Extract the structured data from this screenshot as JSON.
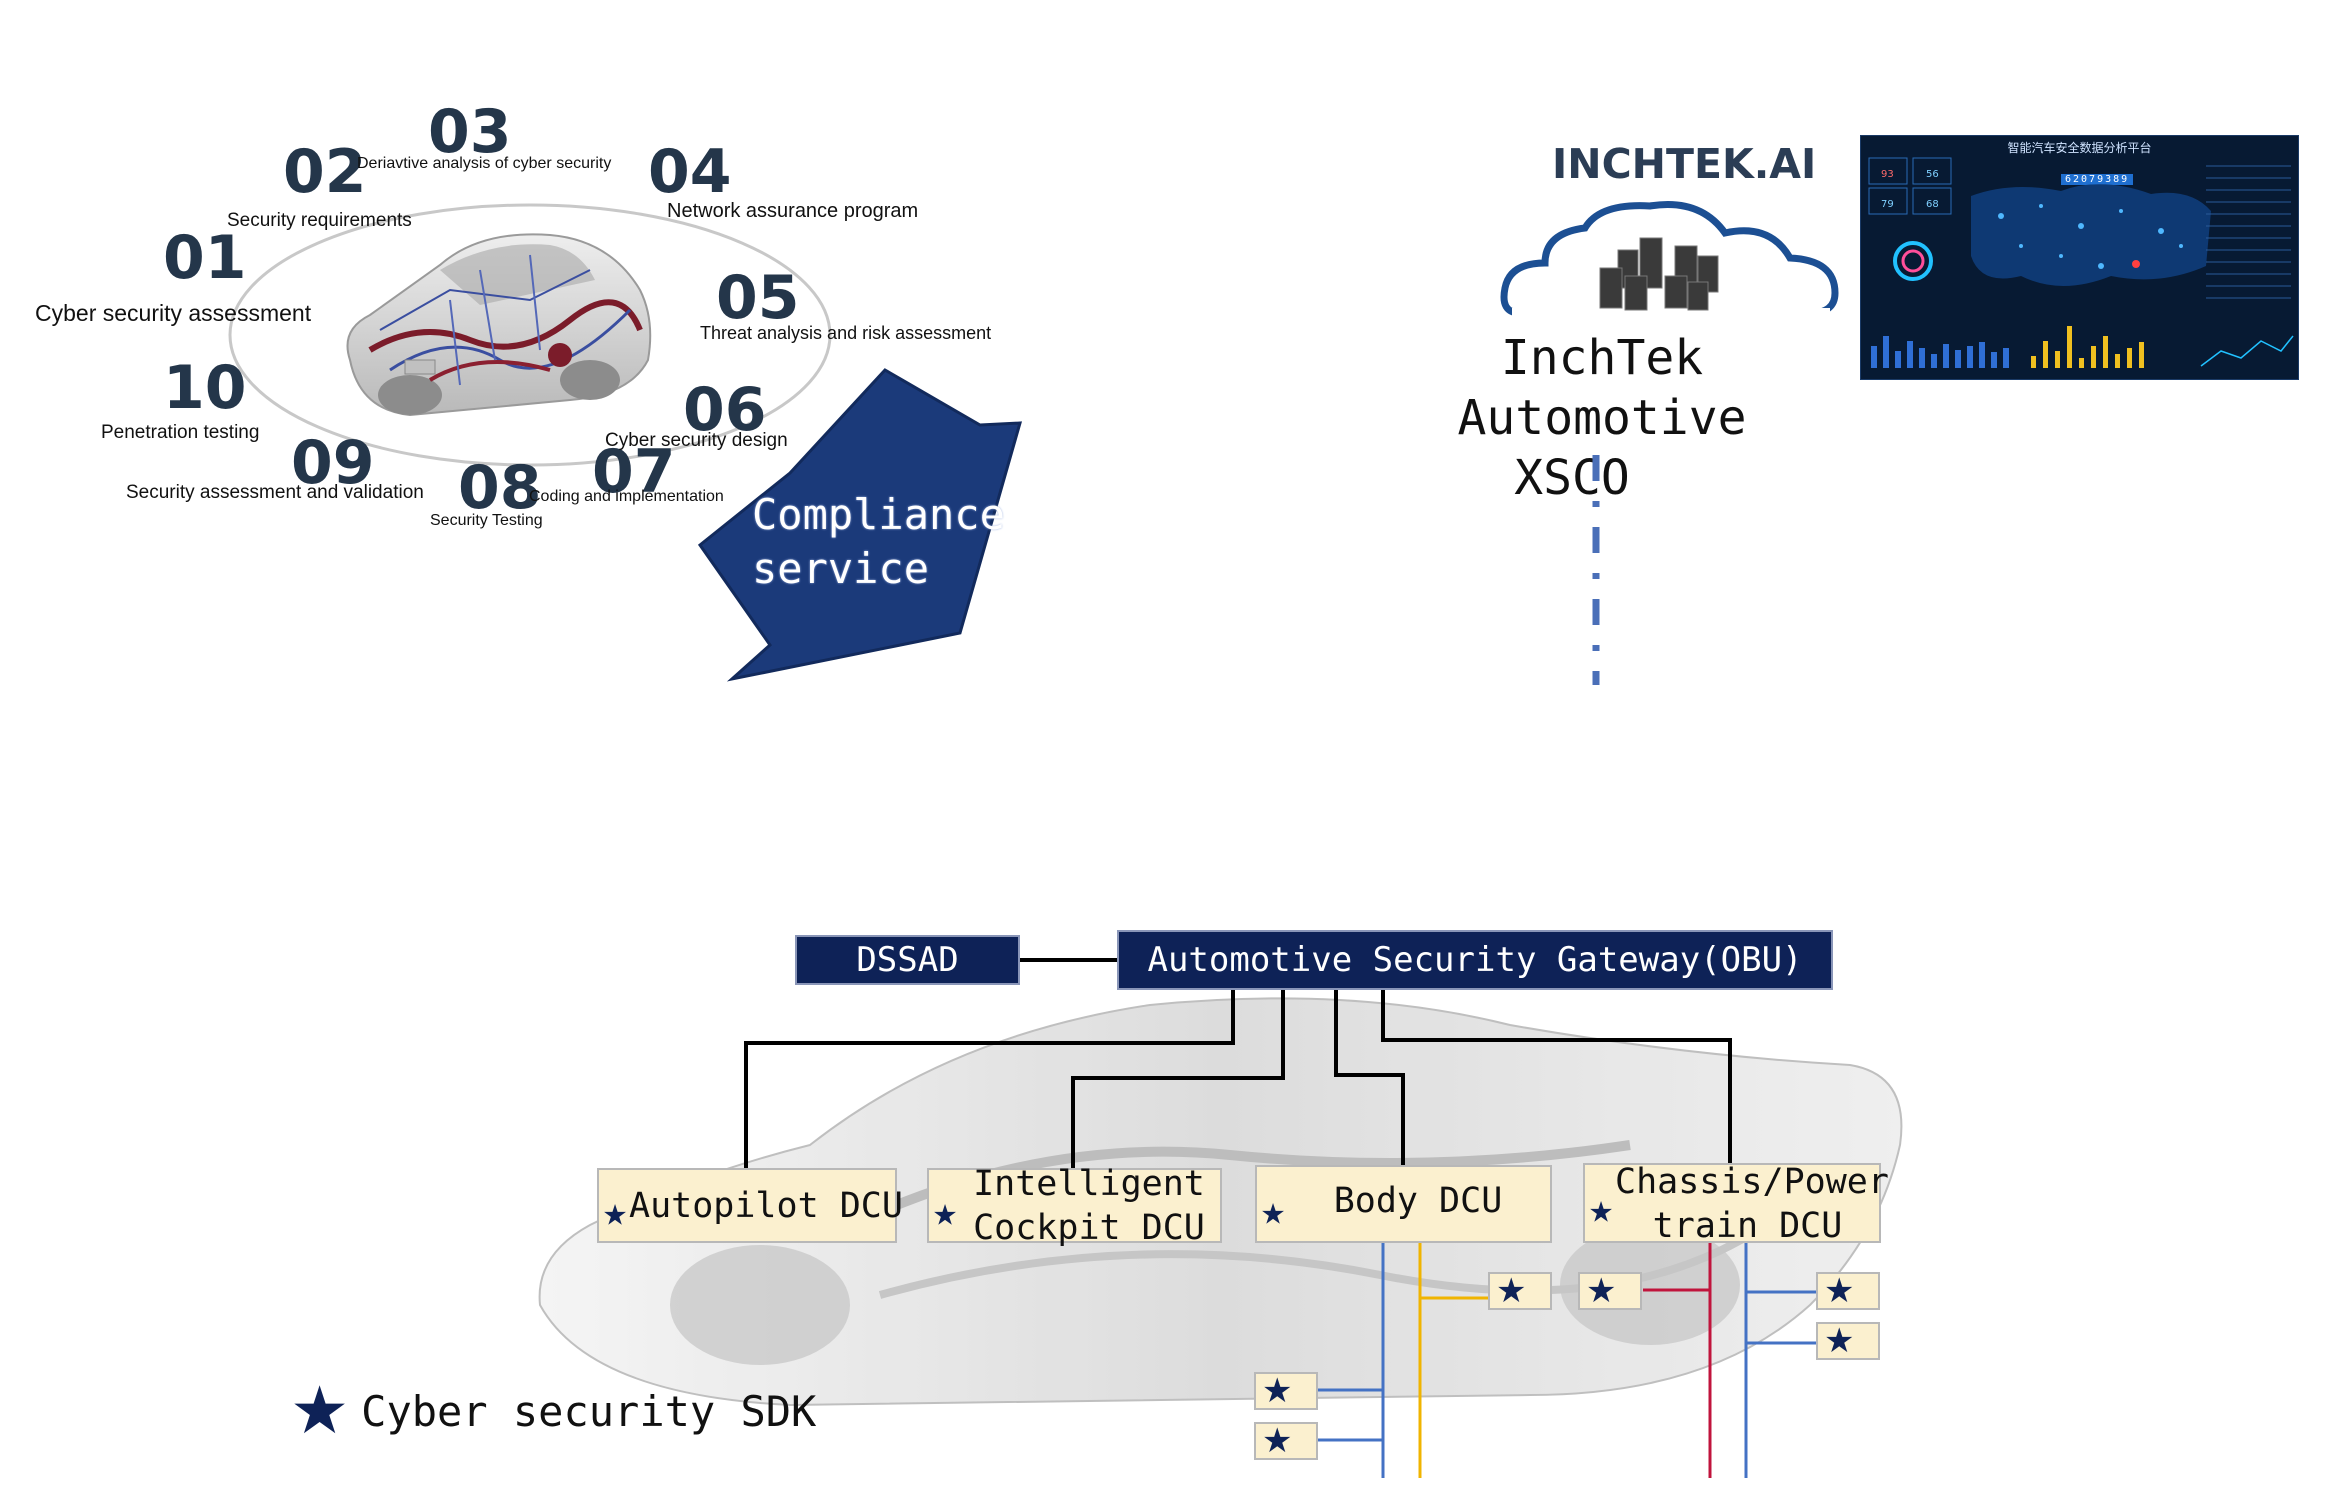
{
  "lifecycle": {
    "steps": [
      {
        "num": "01",
        "label": "Cyber security assessment"
      },
      {
        "num": "02",
        "label": "Security requirements"
      },
      {
        "num": "03",
        "label": "Deriavtive analysis of cyber security"
      },
      {
        "num": "04",
        "label": "Network assurance program"
      },
      {
        "num": "05",
        "label": "Threat analysis and risk assessment"
      },
      {
        "num": "06",
        "label": "Cyber security design"
      },
      {
        "num": "07",
        "label": "Coding and implementation"
      },
      {
        "num": "08",
        "label": "Security Testing"
      },
      {
        "num": "09",
        "label": "Security assessment and validation"
      },
      {
        "num": "10",
        "label": "Penetration testing"
      }
    ]
  },
  "compliance": {
    "line1": "Compliance",
    "line2": "service"
  },
  "cloud": {
    "brand": "INCHTEK.AI",
    "title_line1": "InchTek Automotive",
    "title_line2": "XSCO",
    "dashboard_title": "智能汽车安全数据分析平台",
    "dashboard_counter": "62079389",
    "dashboard_stats": [
      "93",
      "56",
      "79",
      "68"
    ]
  },
  "network": {
    "dssad": "DSSAD",
    "gateway": "Automotive Security Gateway(OBU)",
    "dcus": [
      {
        "line1": "Autopilot DCU",
        "line2": ""
      },
      {
        "line1": "Intelligent",
        "line2": "Cockpit DCU"
      },
      {
        "line1": "Body DCU",
        "line2": ""
      },
      {
        "line1": "Chassis/Power",
        "line2": "train DCU"
      }
    ],
    "star": "★"
  },
  "legend": {
    "star": "★",
    "label": "Cyber security SDK"
  },
  "colors": {
    "navy": "#0e2257",
    "dcu_fill": "#fbf0cf",
    "blue_bus": "#4472c4",
    "yellow_bus": "#f0b400",
    "red_bus": "#c0143c",
    "arrow": "#1b3a7a"
  }
}
